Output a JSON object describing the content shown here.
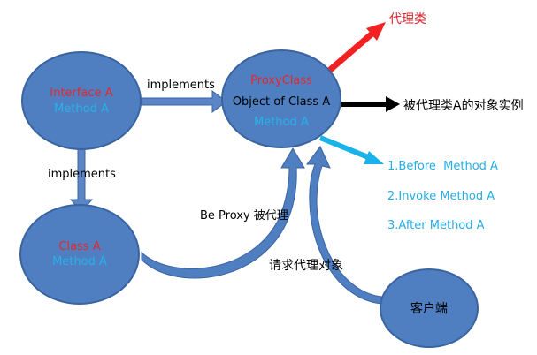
{
  "nodes": {
    "interface_a": {
      "title": "Interface A",
      "subtitle": "Method A"
    },
    "proxy_class": {
      "title": "ProxyClass",
      "body": "Object of Class A",
      "subtitle": "Method A"
    },
    "class_a": {
      "title": "Class A",
      "subtitle": "Method A"
    },
    "client": {
      "label": "客户端"
    }
  },
  "edges": {
    "implements_top": "implements",
    "implements_left": "implements",
    "be_proxy": "Be Proxy 被代理",
    "request_proxy": "请求代理对象"
  },
  "annotations": {
    "proxy_class_label": "代理类",
    "instance_label": "被代理类A的对象实例",
    "steps": [
      "1.Before  Method A",
      "2.Invoke Method A",
      "3.After Method A"
    ]
  },
  "colors": {
    "node_fill": "#4f7fc0",
    "node_stroke": "#3a64a0",
    "title_red": "#e8262a",
    "subtitle_blue": "#27b2ec",
    "red_arrow": "#f22222",
    "cyan_arrow": "#19b3ea",
    "dark_arrow": "#000000",
    "annotation_red": "#d6262b",
    "annotation_blue": "#23aee8"
  }
}
